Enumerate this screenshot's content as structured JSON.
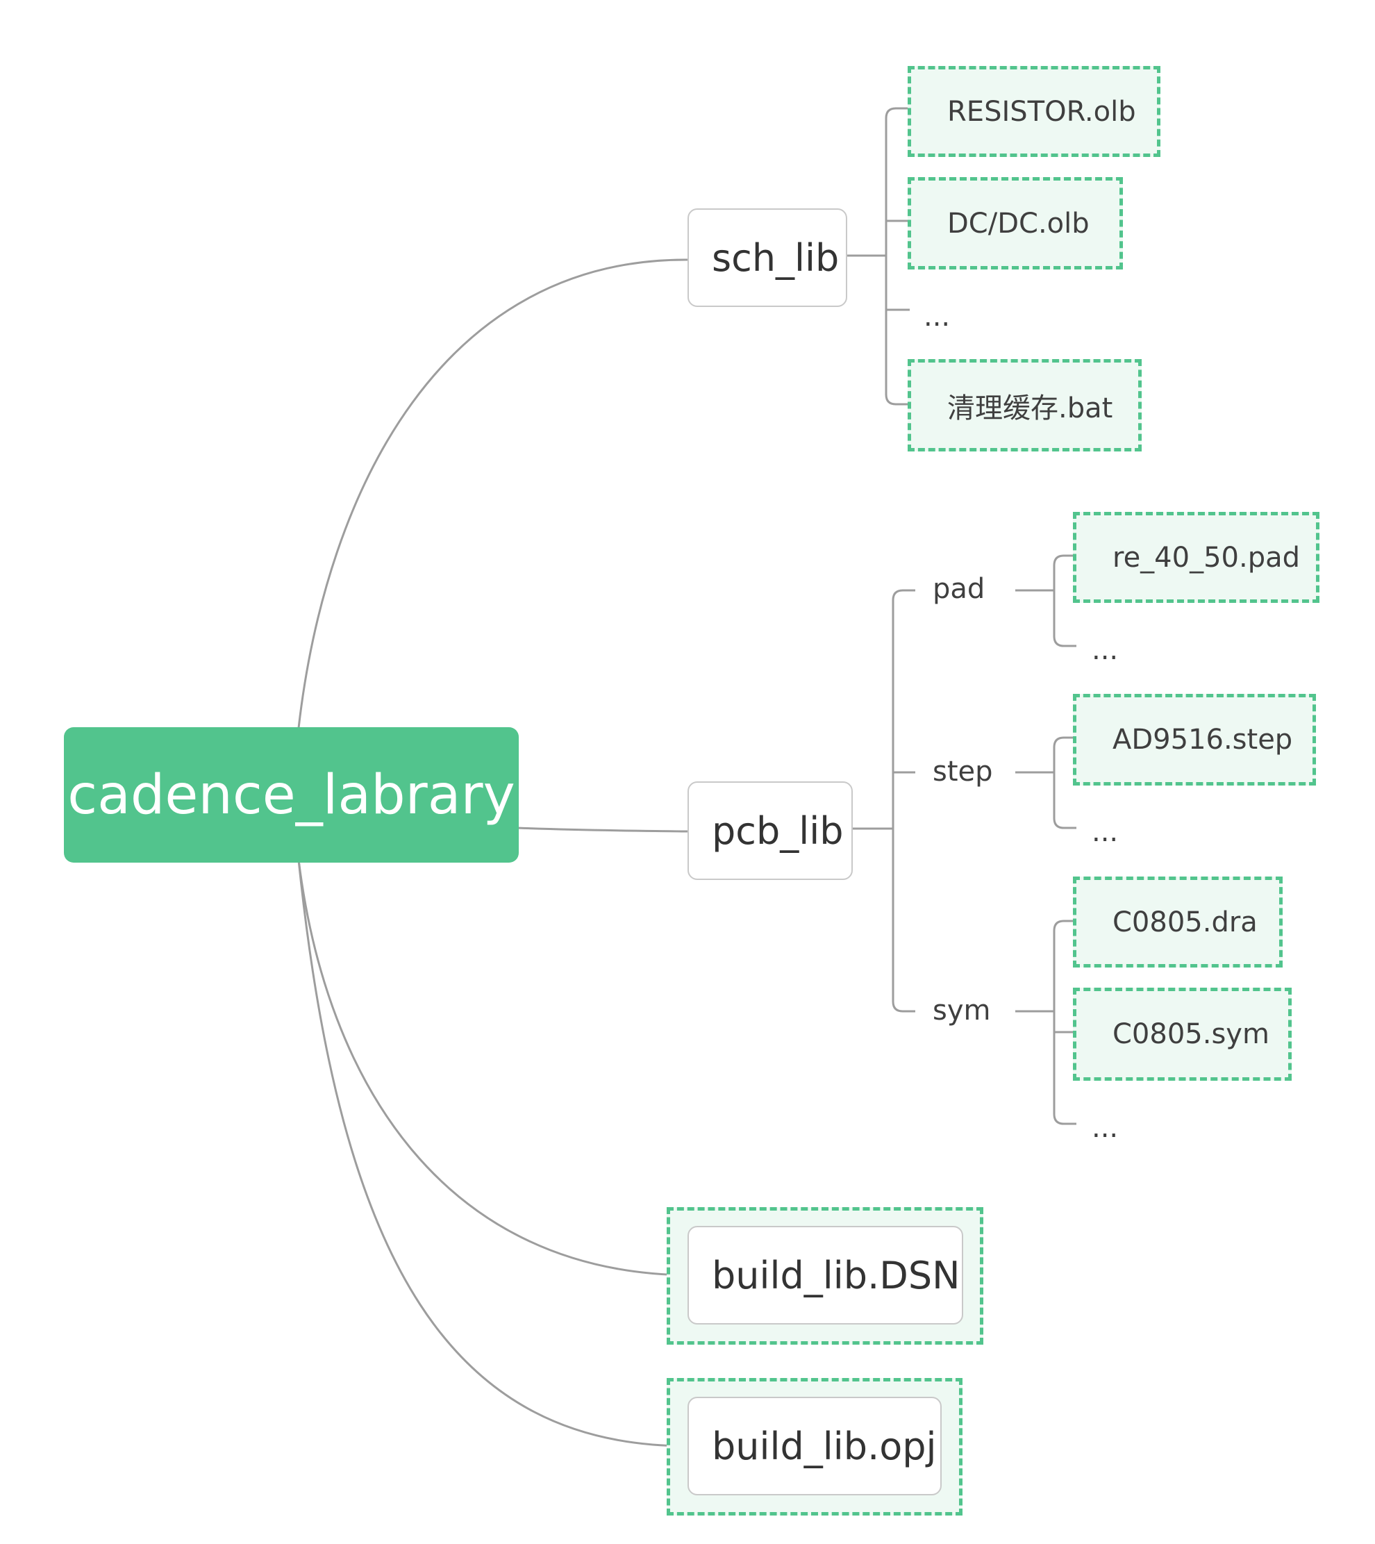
{
  "root": {
    "label": "cadence_labrary"
  },
  "sch_lib": {
    "label": "sch_lib",
    "children": [
      "RESISTOR.olb",
      "DC/DC.olb",
      "...",
      "清理缓存.bat"
    ]
  },
  "pcb_lib": {
    "label": "pcb_lib",
    "groups": [
      {
        "label": "pad",
        "children": [
          "re_40_50.pad",
          "..."
        ]
      },
      {
        "label": "step",
        "children": [
          "AD9516.step",
          "..."
        ]
      },
      {
        "label": "sym",
        "children": [
          "C0805.dra",
          "C0805.sym",
          "..."
        ]
      }
    ]
  },
  "files": [
    {
      "label": "build_lib.DSN"
    },
    {
      "label": "build_lib.opj"
    }
  ],
  "colors": {
    "root_fill": "#52c48d",
    "highlight_border": "#52c48d",
    "highlight_fill": "#eef9f3",
    "line": "#9d9d9d"
  }
}
